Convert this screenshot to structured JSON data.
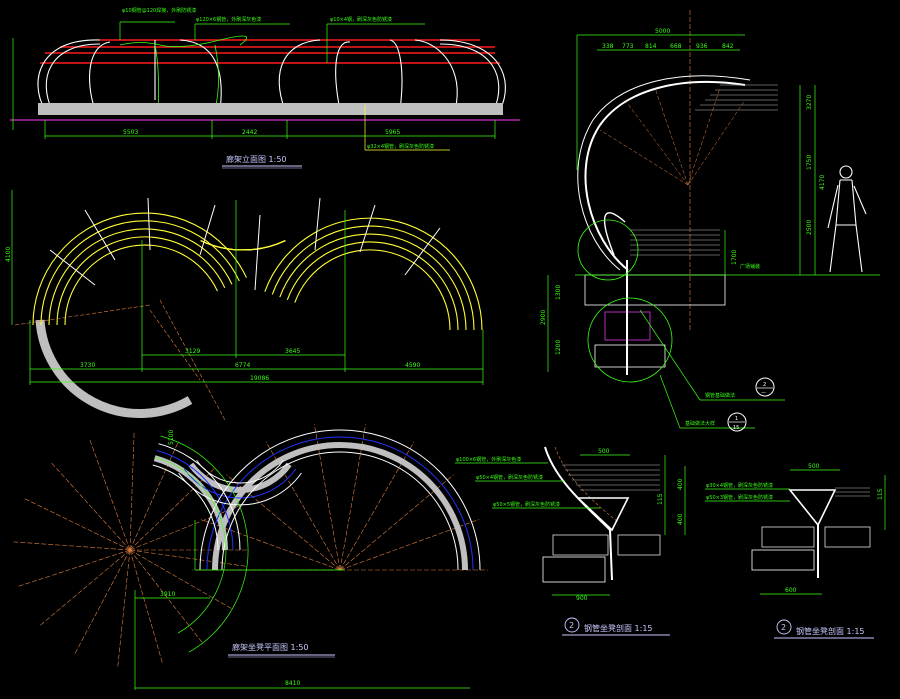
{
  "colors": {
    "background": "#000000",
    "dimension": "#39ff14",
    "structure": "#ffffff",
    "rail": "#ff1a1a",
    "bench": "#ffff33",
    "fill": "#bfbfbf",
    "ground": "#cc33cc",
    "axis": "#e08040",
    "blue": "#2233ff"
  },
  "elevation": {
    "title": "廊架立面图 1:50",
    "dims": [
      "5503",
      "2442",
      "5965"
    ],
    "notes": [
      "φ10钢管@120焊接，外刷防锈漆",
      "φ120×6钢管，外刷深灰色漆",
      "φ10×4钢，刷深灰色防锈漆",
      "φ32×4钢管，刷深灰色防锈漆"
    ]
  },
  "plan_upper": {
    "dims": [
      "3129",
      "3645",
      "3730",
      "6774",
      "4590",
      "19086",
      "4100"
    ]
  },
  "plan_lower": {
    "title": "廊架坐凳平面图 1:50",
    "dims": [
      "5100",
      "8410",
      "3910"
    ]
  },
  "section": {
    "dims": [
      "5000",
      "338",
      "773",
      "814",
      "668",
      "936",
      "842",
      "3270",
      "1750",
      "4170",
      "2500",
      "1300",
      "2900",
      "1200",
      "1700"
    ],
    "notes": [
      "广场铺装",
      "钢管基础做法",
      "基础做法大样"
    ],
    "callouts": [
      {
        "top": "2",
        "bottom": "—"
      },
      {
        "top": "1",
        "bottom": "15"
      }
    ]
  },
  "detail_a": {
    "title": "钢管坐凳剖面 1:15",
    "number": "2",
    "dims": [
      "500",
      "400",
      "400",
      "115",
      "900"
    ],
    "notes": [
      "φ100×6钢管，外刷深灰色漆",
      "φ50×4钢管，刷深灰色防锈漆",
      "φ50×5钢管，刷深灰色防锈漆"
    ]
  },
  "detail_b": {
    "title": "钢管坐凳剖面 1:15",
    "number": "2",
    "dims": [
      "500",
      "115",
      "600"
    ],
    "notes": [
      "φ30×4钢管，刷深灰色防锈漆",
      "φ50×3钢管，刷深灰色防锈漆"
    ]
  }
}
